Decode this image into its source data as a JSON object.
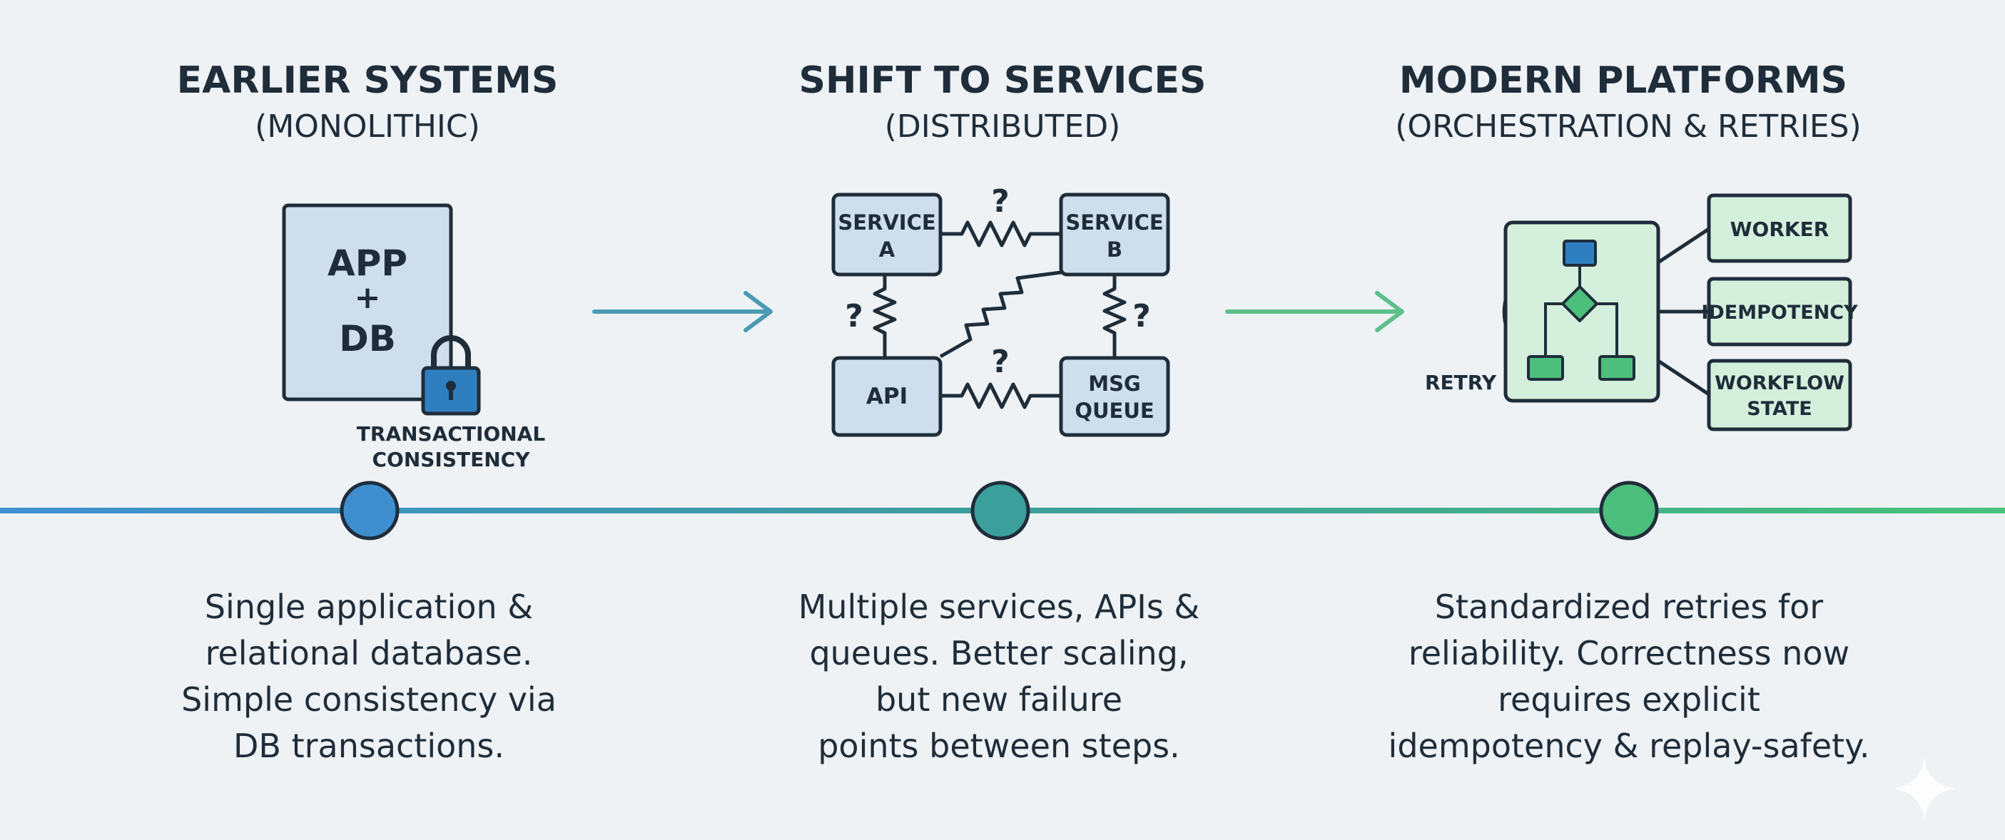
{
  "stages": [
    {
      "title": "EARLIER SYSTEMS",
      "subtitle": "(MONOLITHIC)",
      "box_lines": [
        "APP",
        "+",
        "DB"
      ],
      "lock_label_lines": [
        "TRANSACTIONAL",
        "CONSISTENCY"
      ],
      "description_lines": [
        "Single application &",
        "relational database.",
        "Simple consistency via",
        "DB transactions."
      ]
    },
    {
      "title": "SHIFT TO SERVICES",
      "subtitle": "(DISTRIBUTED)",
      "nodes": {
        "service_a": [
          "SERVICE",
          "A"
        ],
        "service_b": [
          "SERVICE",
          "B"
        ],
        "api": [
          "API"
        ],
        "msg_queue": [
          "MSG",
          "QUEUE"
        ]
      },
      "uncertain_mark": "?",
      "description_lines": [
        "Multiple services, APIs &",
        "queues. Better scaling,",
        "but new failure",
        "points between steps."
      ]
    },
    {
      "title": "MODERN PLATFORMS",
      "subtitle": "(ORCHESTRATION & RETRIES)",
      "retry_label": "RETRY",
      "modules": [
        [
          "WORKER"
        ],
        [
          "IDEMPOTENCY"
        ],
        [
          "WORKFLOW",
          "STATE"
        ]
      ],
      "description_lines": [
        "Standardized retries for",
        "reliability. Correctness now",
        "requires explicit",
        "idempotency & replay-safety."
      ]
    }
  ],
  "colors": {
    "background": "#eef2f5",
    "ink": "#1f2d3a",
    "stage1": "#3f8fd0",
    "stage2": "#3b9f9b",
    "stage3": "#4cbf7c",
    "box_blue_fill": "#cfdeec",
    "box_green_fill": "#d4f0dc",
    "lock_fill": "#2f7fc0"
  }
}
